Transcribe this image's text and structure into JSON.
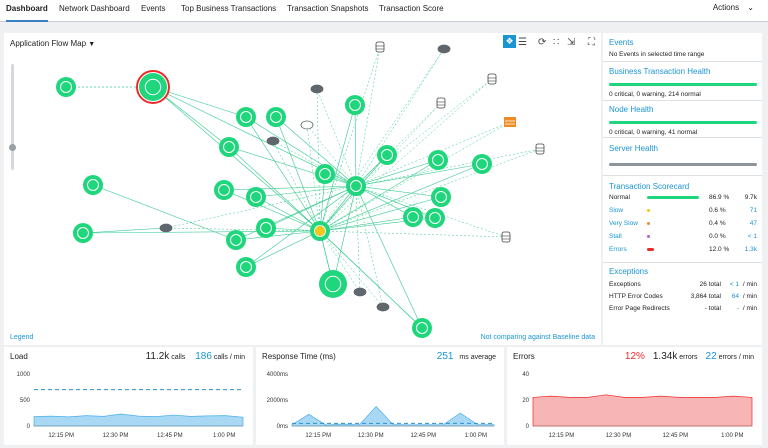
{
  "tabs": [
    "Dashboard",
    "Network Dashboard",
    "Events",
    "Top Business Transactions",
    "Transaction Snapshots",
    "Transaction Score"
  ],
  "actions_label": "Actions",
  "flowmap": {
    "title": "Application Flow Map",
    "legend_label": "Legend",
    "baseline_note": "Not comparing against Baseline data"
  },
  "events": {
    "title": "Events",
    "text": "No Events in selected time range"
  },
  "bt_health": {
    "title": "Business Transaction Health",
    "summary": "0 critical, 0 warning, 214 normal"
  },
  "node_health": {
    "title": "Node Health",
    "summary": "0 critical, 0 warning, 41 normal"
  },
  "server_health": {
    "title": "Server Health"
  },
  "scorecard": {
    "title": "Transaction Scorecard",
    "rows": [
      {
        "label": "Normal",
        "pct": "86.9 %",
        "count": "9.7k",
        "color": "#1fd67d",
        "fraction": 0.869
      },
      {
        "label": "Slow",
        "pct": "0.6 %",
        "count": "71",
        "color": "#f5c518",
        "fraction": 0.006
      },
      {
        "label": "Very Slow",
        "pct": "0.4 %",
        "count": "47",
        "color": "#f08a24",
        "fraction": 0.004
      },
      {
        "label": "Stall",
        "pct": "0.0 %",
        "count": "< 1",
        "color": "#b45cd6",
        "fraction": 0.0
      },
      {
        "label": "Errors",
        "pct": "12.0 %",
        "count": "1.3k",
        "color": "#ee2b2b",
        "fraction": 0.12
      }
    ]
  },
  "exceptions": {
    "title": "Exceptions",
    "rows": [
      {
        "label": "Exceptions",
        "total": "26 total",
        "rate": "< 1",
        "unit": "/ min"
      },
      {
        "label": "HTTP Error Codes",
        "total": "3,864 total",
        "rate": "64",
        "unit": "/ min"
      },
      {
        "label": "Error Page Redirects",
        "total": "- total",
        "rate": "-",
        "unit": "/ min"
      }
    ]
  },
  "load": {
    "title": "Load",
    "calls": "11.2k",
    "calls_label": "calls",
    "rate": "186",
    "rate_label": "calls / min",
    "y_ticks": [
      "1000",
      "500",
      "0"
    ]
  },
  "response": {
    "title": "Response Time (ms)",
    "avg": "251",
    "avg_label": "ms average",
    "y_ticks": [
      "4000ms",
      "2000ms",
      "0ms"
    ]
  },
  "errors": {
    "title": "Errors",
    "pct": "12%",
    "count": "1.34k",
    "count_label": "errors",
    "rate": "22",
    "rate_label": "errors / min",
    "y_ticks": [
      "40",
      "20",
      "0"
    ]
  },
  "x_ticks": [
    "12:15 PM",
    "12:30 PM",
    "12:45 PM",
    "1:00 PM"
  ],
  "colors": {
    "node": "#1fd67d",
    "edge": "#33c98e",
    "accent": "#1a95d4",
    "error": "#ee2b2b"
  },
  "chart_data": [
    {
      "type": "area",
      "title": "Load",
      "x": [
        "12:05 PM",
        "12:10 PM",
        "12:15 PM",
        "12:20 PM",
        "12:25 PM",
        "12:30 PM",
        "12:35 PM",
        "12:40 PM",
        "12:45 PM",
        "12:50 PM",
        "12:55 PM",
        "1:00 PM",
        "1:03 PM"
      ],
      "values": [
        180,
        190,
        175,
        200,
        185,
        230,
        190,
        180,
        210,
        185,
        195,
        200,
        170
      ],
      "baseline": 700,
      "ylim": [
        0,
        1000
      ]
    },
    {
      "type": "area",
      "title": "Response Time (ms)",
      "x": [
        "12:05 PM",
        "12:10 PM",
        "12:15 PM",
        "12:20 PM",
        "12:25 PM",
        "12:30 PM",
        "12:35 PM",
        "12:40 PM",
        "12:45 PM",
        "12:50 PM",
        "12:55 PM",
        "1:00 PM",
        "1:03 PM"
      ],
      "values": [
        100,
        900,
        80,
        150,
        100,
        1500,
        120,
        90,
        100,
        110,
        1000,
        120,
        100
      ],
      "baseline": 200,
      "ylim": [
        0,
        4000
      ]
    },
    {
      "type": "area",
      "title": "Errors",
      "x": [
        "12:05 PM",
        "12:10 PM",
        "12:15 PM",
        "12:20 PM",
        "12:25 PM",
        "12:30 PM",
        "12:35 PM",
        "12:40 PM",
        "12:45 PM",
        "12:50 PM",
        "12:55 PM",
        "1:00 PM",
        "1:03 PM"
      ],
      "values": [
        22,
        23,
        22,
        22,
        24,
        22,
        22,
        23,
        22,
        22,
        22,
        23,
        22
      ],
      "ylim": [
        0,
        40
      ]
    }
  ]
}
